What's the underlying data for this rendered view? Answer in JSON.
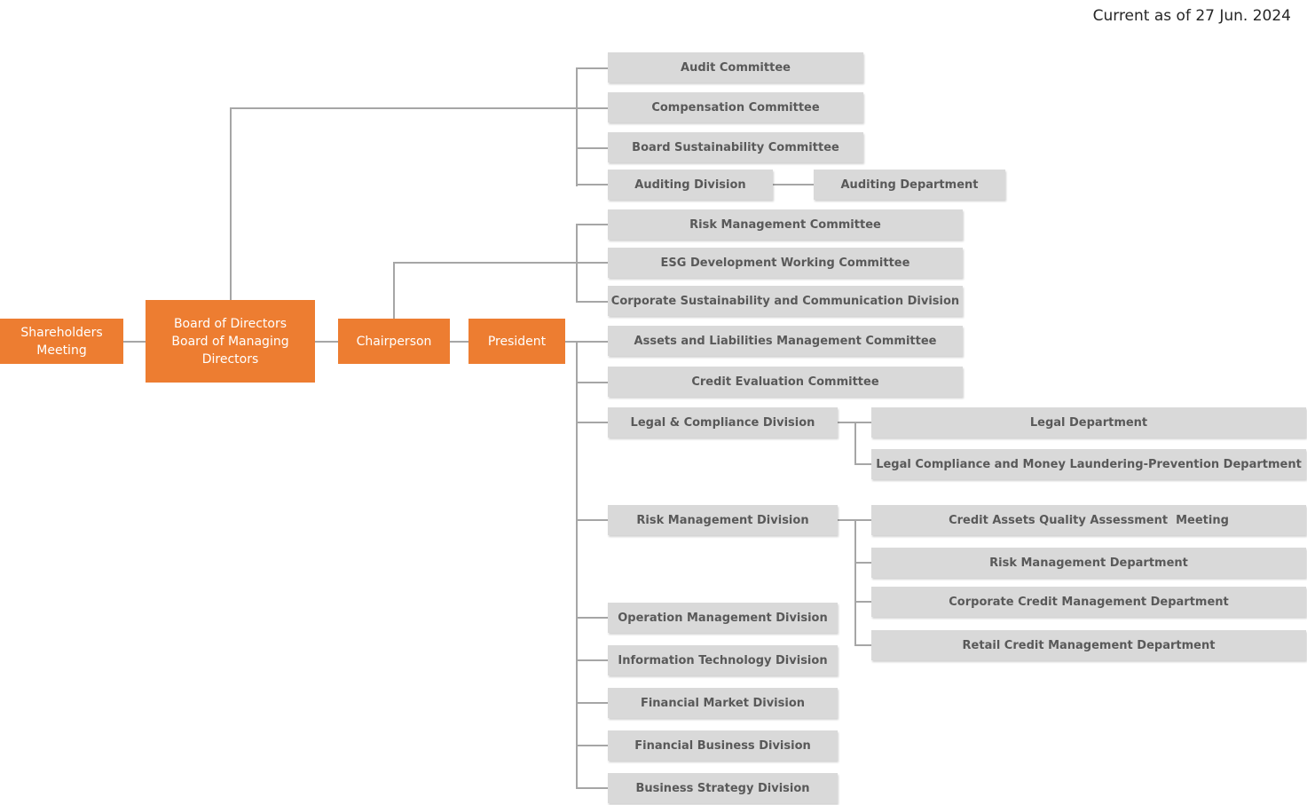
{
  "as_of": "Current as of 27 Jun. 2024",
  "colors": {
    "orange": "#ed7d31",
    "box_gray": "#d9d9d9",
    "line_gray": "#a6a6a6",
    "label_gray": "#595959"
  },
  "orange": {
    "shareholders": [
      "Shareholders",
      "Meeting"
    ],
    "board": [
      "Board of Directors",
      "Board of Managing",
      "Directors"
    ],
    "chairperson": "Chairperson",
    "president": "President"
  },
  "board_units": {
    "audit_committee": "Audit Committee",
    "compensation_committee": "Compensation Committee",
    "board_sustainability_committee": "Board Sustainability Committee",
    "auditing_division": "Auditing Division",
    "auditing_department": "Auditing Department"
  },
  "chair_units": {
    "risk_management_committee": "Risk Management Committee",
    "esg_committee": "ESG Development Working Committee",
    "corporate_sustainability_division": "Corporate Sustainability and Communication Division"
  },
  "president_units": {
    "alm_committee": "Assets and Liabilities Management Committee",
    "credit_evaluation_committee": "Credit Evaluation Committee",
    "legal_compliance_division": "Legal & Compliance Division",
    "risk_management_division": "Risk Management Division",
    "operation_management_division": "Operation Management Division",
    "it_division": "Information Technology Division",
    "financial_market_division": "Financial Market Division",
    "financial_business_division": "Financial Business Division",
    "business_strategy_division": "Business Strategy Division"
  },
  "legal_departments": {
    "legal_department": "Legal Department",
    "aml_department": "Legal Compliance and Money Laundering-Prevention Department"
  },
  "risk_departments": {
    "credit_assets_meeting": "Credit Assets Quality Assessment  Meeting",
    "risk_management_department": "Risk Management Department",
    "corporate_credit_department": "Corporate Credit Management Department",
    "retail_credit_department": "Retail Credit Management Department"
  }
}
